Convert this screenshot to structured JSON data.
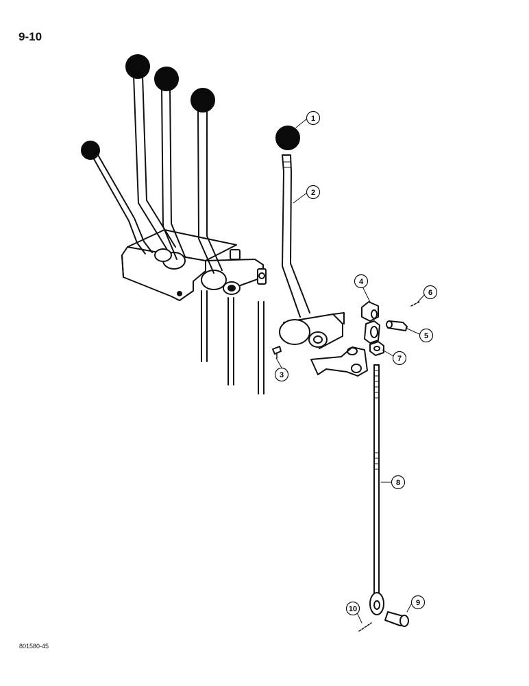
{
  "page_number": "9-10",
  "figure_code": "801580-45",
  "callouts": [
    "1",
    "2",
    "3",
    "4",
    "5",
    "6",
    "7",
    "8",
    "9",
    "10"
  ],
  "colors": {
    "ink": "#111111",
    "knob": "#0a0a0a",
    "paper": "#ffffff"
  }
}
